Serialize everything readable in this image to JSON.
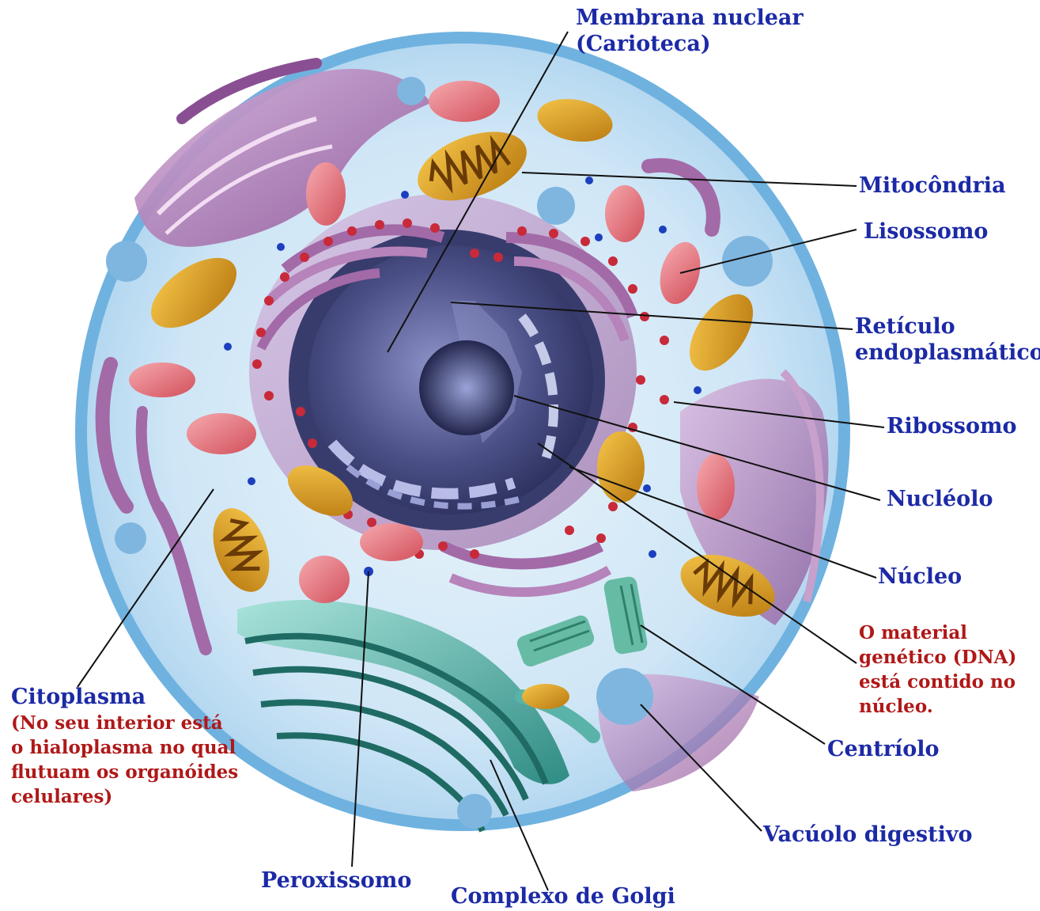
{
  "colors": {
    "label_blue": "#1c2aa6",
    "label_red": "#b01818",
    "cytoplasm": "#cfe6f6",
    "membrane": "#6fb2e0",
    "nucleus": "#4a4f86",
    "golgi": "#5ab3a8",
    "mitochondria": "#d89a1e",
    "er": "#a36aa8",
    "lysosome": "#e8727a",
    "ribosome": "#c82a3a"
  },
  "labels": {
    "membrana_nuclear": [
      "Membrana nuclear",
      "(Carioteca)"
    ],
    "mitocondria": "Mitocôndria",
    "lisossomo": "Lisossomo",
    "reticulo": [
      "Retículo",
      "endoplasmático"
    ],
    "ribossomo": "Ribossomo",
    "nucleolo": "Nucléolo",
    "nucleo": "Núcleo",
    "dna_note": [
      "O material",
      "genético (DNA)",
      "está contido no",
      "núcleo."
    ],
    "centriolo": "Centríolo",
    "vacuolo": "Vacúolo digestivo",
    "golgi": "Complexo de Golgi",
    "peroxissomo": "Peroxissomo",
    "citoplasma": "Citoplasma",
    "citoplasma_note": [
      "(No seu interior está",
      "o hialoplasma no qual",
      "flutuam os organóides",
      "celulares)"
    ]
  }
}
